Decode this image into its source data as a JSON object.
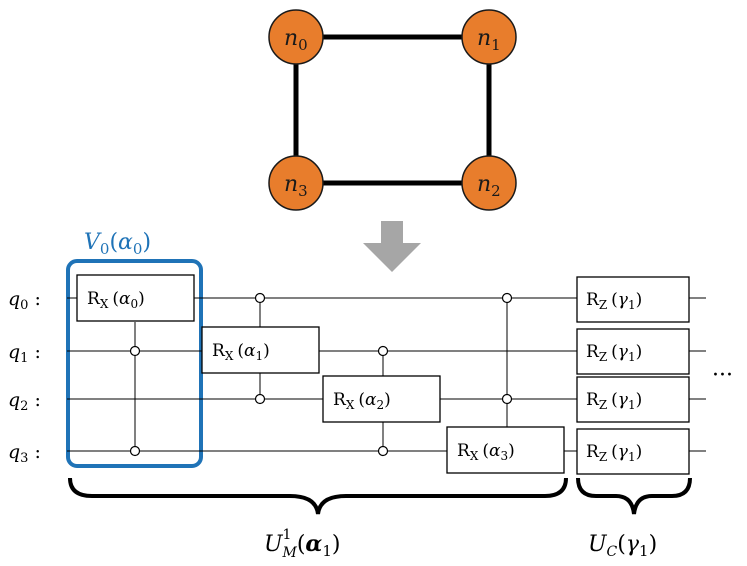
{
  "graph": {
    "nodes": [
      {
        "id": "n0",
        "main": "n",
        "sub": "0"
      },
      {
        "id": "n1",
        "main": "n",
        "sub": "1"
      },
      {
        "id": "n2",
        "main": "n",
        "sub": "2"
      },
      {
        "id": "n3",
        "main": "n",
        "sub": "3"
      }
    ],
    "edges": [
      [
        "n0",
        "n1"
      ],
      [
        "n1",
        "n2"
      ],
      [
        "n2",
        "n3"
      ],
      [
        "n3",
        "n0"
      ]
    ],
    "node_color": "#e87d2c",
    "edge_color": "#000000"
  },
  "arrow_color": "#a6a6a6",
  "circuit": {
    "qubits": [
      {
        "main": "q",
        "sub": "0"
      },
      {
        "main": "q",
        "sub": "1"
      },
      {
        "main": "q",
        "sub": "2"
      },
      {
        "main": "q",
        "sub": "3"
      }
    ],
    "qubit_colon": ":",
    "mixer_gates": [
      {
        "op": "R",
        "op_sub": "X",
        "param": "α",
        "param_sub": "0"
      },
      {
        "op": "R",
        "op_sub": "X",
        "param": "α",
        "param_sub": "1"
      },
      {
        "op": "R",
        "op_sub": "X",
        "param": "α",
        "param_sub": "2"
      },
      {
        "op": "R",
        "op_sub": "X",
        "param": "α",
        "param_sub": "3"
      }
    ],
    "cost_gates": [
      {
        "op": "R",
        "op_sub": "Z",
        "param": "γ",
        "param_sub": "1"
      },
      {
        "op": "R",
        "op_sub": "Z",
        "param": "γ",
        "param_sub": "1"
      },
      {
        "op": "R",
        "op_sub": "Z",
        "param": "γ",
        "param_sub": "1"
      },
      {
        "op": "R",
        "op_sub": "Z",
        "param": "γ",
        "param_sub": "1"
      }
    ],
    "ellipsis": "···",
    "highlight": {
      "main": "V",
      "sub": "0",
      "param": "α",
      "param_sub": "0",
      "color": "#1f73b7"
    },
    "brace_mixer": {
      "main": "U",
      "sub": "M",
      "sup": "1",
      "param": "α",
      "param_sub": "1"
    },
    "brace_cost": {
      "main": "U",
      "sub": "C",
      "param": "γ",
      "param_sub": "1"
    }
  }
}
